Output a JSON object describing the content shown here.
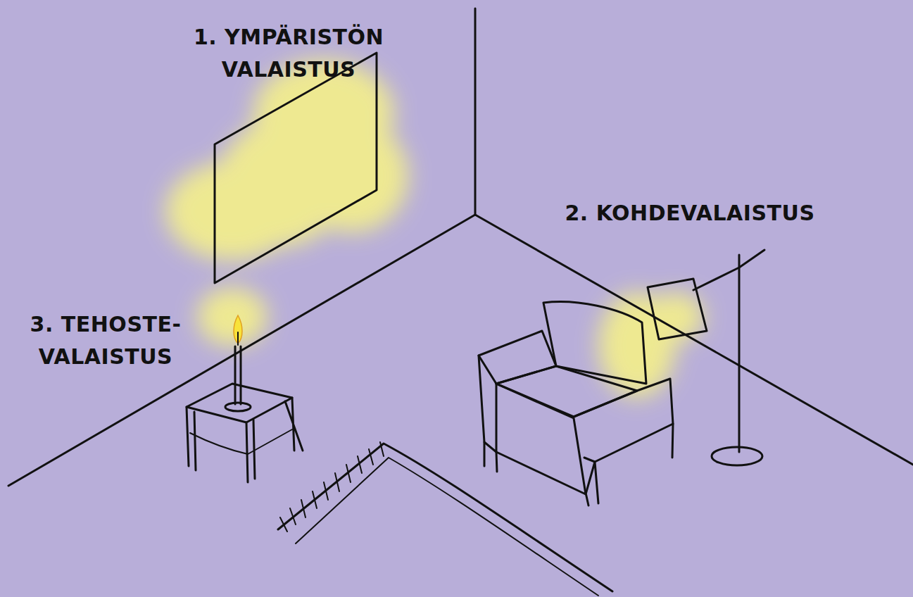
{
  "diagram": {
    "labels": [
      "1. YMPÄRISTÖN VALAISTUS",
      "2. KOHDEVALAISTUS",
      "3. TEHOSTE- VALAISTUS"
    ]
  }
}
